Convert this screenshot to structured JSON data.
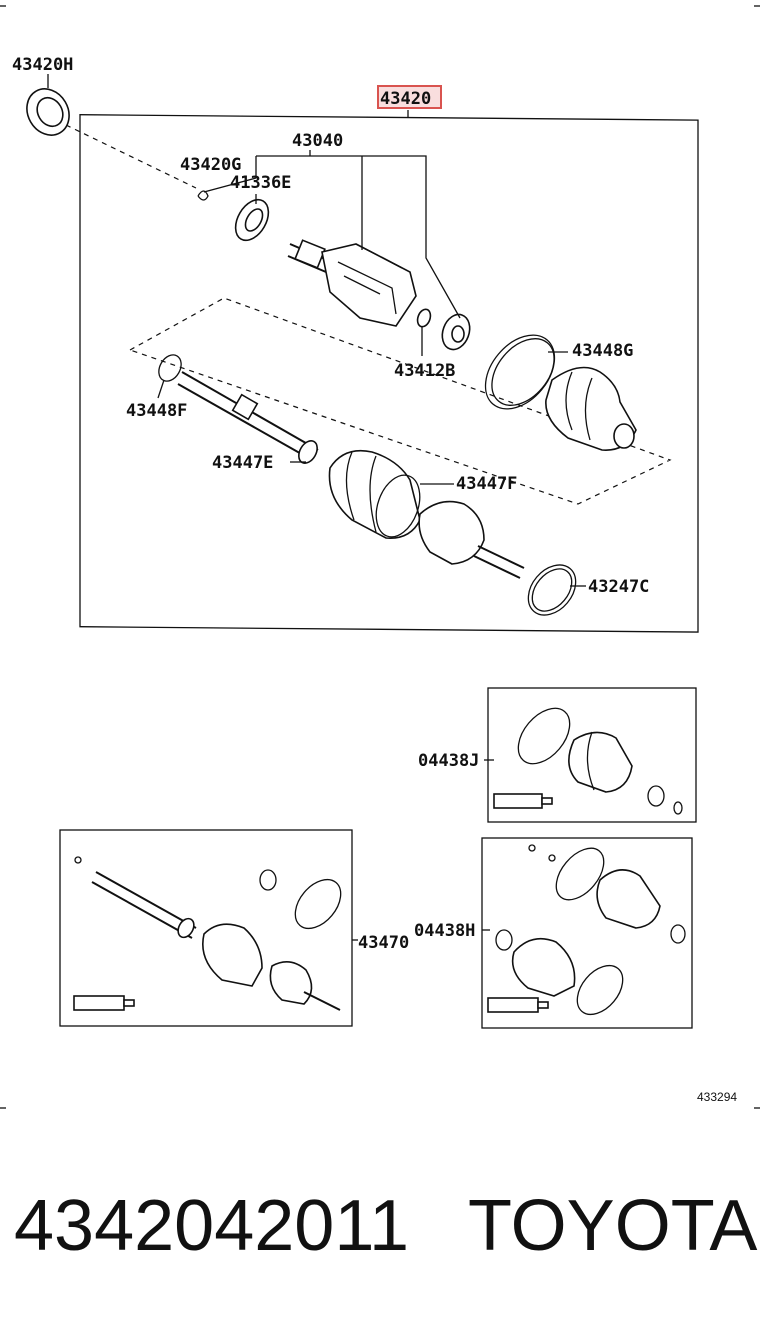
{
  "diagram": {
    "callouts": {
      "c43420H": "43420H",
      "c43420": "43420",
      "c43040": "43040",
      "c43420G": "43420G",
      "c41336E": "41336E",
      "c43412B": "43412B",
      "c43448G": "43448G",
      "c43448F": "43448F",
      "c43447E": "43447E",
      "c43447F": "43447F",
      "c43247C": "43247C",
      "c04438J": "04438J",
      "c43470": "43470",
      "c04438H": "04438H"
    },
    "reference_code": "433294",
    "highlight_color": "#d9534f"
  },
  "footer": {
    "part_number": "4342042011",
    "brand": "TOYOTA"
  }
}
